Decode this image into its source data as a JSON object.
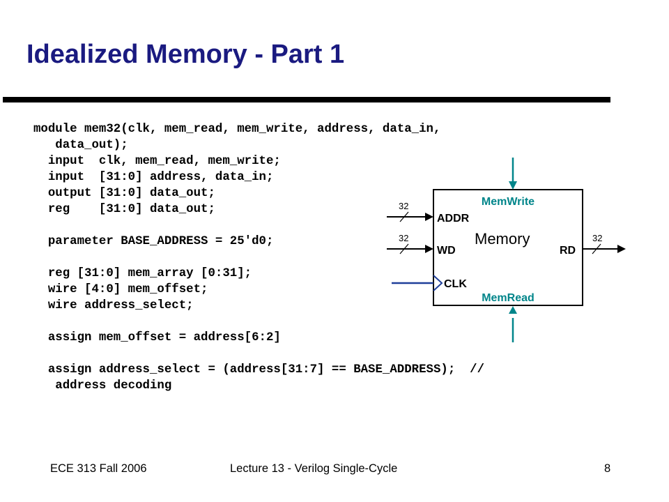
{
  "slide": {
    "title": "Idealized Memory - Part 1",
    "code_lines": [
      "module mem32(clk, mem_read, mem_write, address, data_in,",
      "   data_out);",
      "  input  clk, mem_read, mem_write;",
      "  input  [31:0] address, data_in;",
      "  output [31:0] data_out;",
      "  reg    [31:0] data_out;",
      "",
      "  parameter BASE_ADDRESS = 25'd0;",
      "",
      "  reg [31:0] mem_array [0:31];",
      "  wire [4:0] mem_offset;",
      "  wire address_select;",
      "",
      "  assign mem_offset = address[6:2]",
      "",
      "  assign address_select = (address[31:7] == BASE_ADDRESS);  //",
      "   address decoding"
    ]
  },
  "diagram": {
    "block_label": "Memory",
    "mem_write_label": "MemWrite",
    "mem_read_label": "MemRead",
    "addr_label": "ADDR",
    "wd_label": "WD",
    "rd_label": "RD",
    "clk_label": "CLK",
    "bus_width_addr": "32",
    "bus_width_wd": "32",
    "bus_width_rd": "32",
    "control_color": "#00858a",
    "clock_color": "#1f3f99"
  },
  "footer": {
    "course": "ECE 313 Fall 2006",
    "lecture": "Lecture 13 - Verilog Single-Cycle",
    "page_number": "8"
  }
}
